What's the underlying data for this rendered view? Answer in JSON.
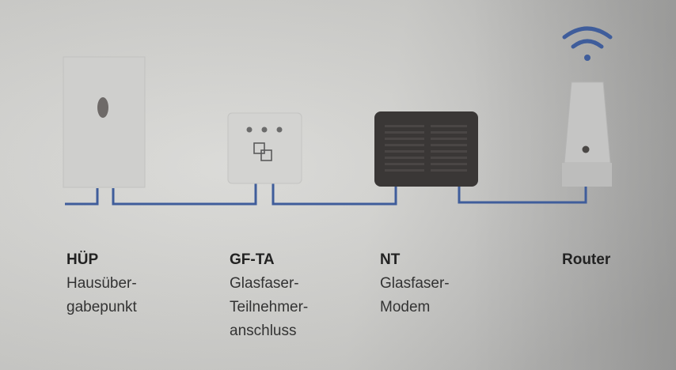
{
  "colors": {
    "line": "#3f5d9b",
    "wifi": "#3f5d9b",
    "hup_box": "#cfcfcd",
    "gfta_box": "#d3d3d1",
    "nt_box": "#3a3736",
    "router_body": "#c5c5c4"
  },
  "icons": {
    "wifi": "wifi-icon",
    "fiber_connector": "fiber-connector-icon"
  },
  "devices": [
    {
      "name": "HÜP",
      "description": "Hausüber-\ngabepunkt"
    },
    {
      "name": "GF-TA",
      "description": "Glasfaser-\nTeilnehmer-\nanschluss"
    },
    {
      "name": "NT",
      "description": "Glasfaser-\nModem"
    },
    {
      "name": "Router",
      "description": ""
    }
  ]
}
